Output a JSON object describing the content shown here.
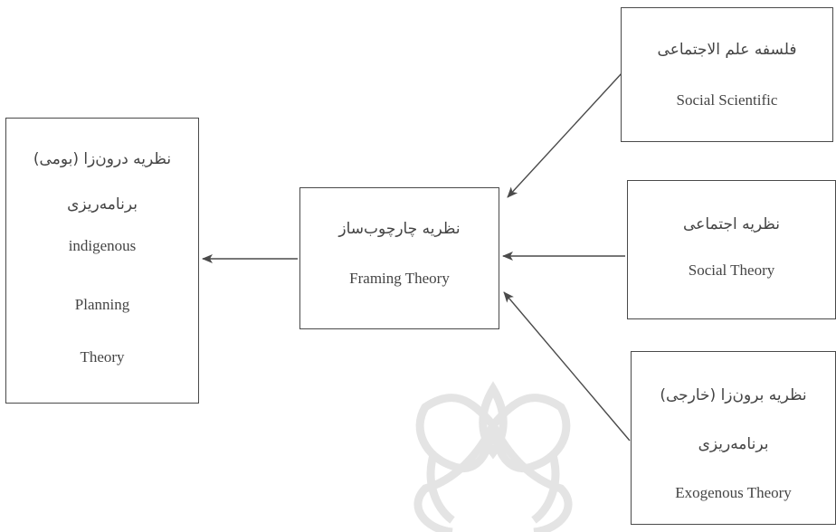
{
  "boxes": {
    "left": {
      "lines": [
        "نظریه درون‌زا (بومی)",
        "برنامه‌ریزی",
        "indigenous",
        "Planning",
        "Theory"
      ]
    },
    "center": {
      "lines": [
        "نظریه چارچوب‌ساز",
        "Framing Theory"
      ]
    },
    "top_right": {
      "lines": [
        "فلسفه علم الاجتماعی",
        "Social Scientific"
      ]
    },
    "mid_right": {
      "lines": [
        "نظریه اجتماعی",
        "Social Theory"
      ]
    },
    "bottom_right": {
      "lines": [
        "نظریه برون‌زا (خارجی)",
        "برنامه‌ریزی",
        "Exogenous Theory"
      ]
    }
  },
  "colors": {
    "stroke": "#4a4a4a",
    "text": "#444444",
    "watermark": "#c8c8c8"
  }
}
